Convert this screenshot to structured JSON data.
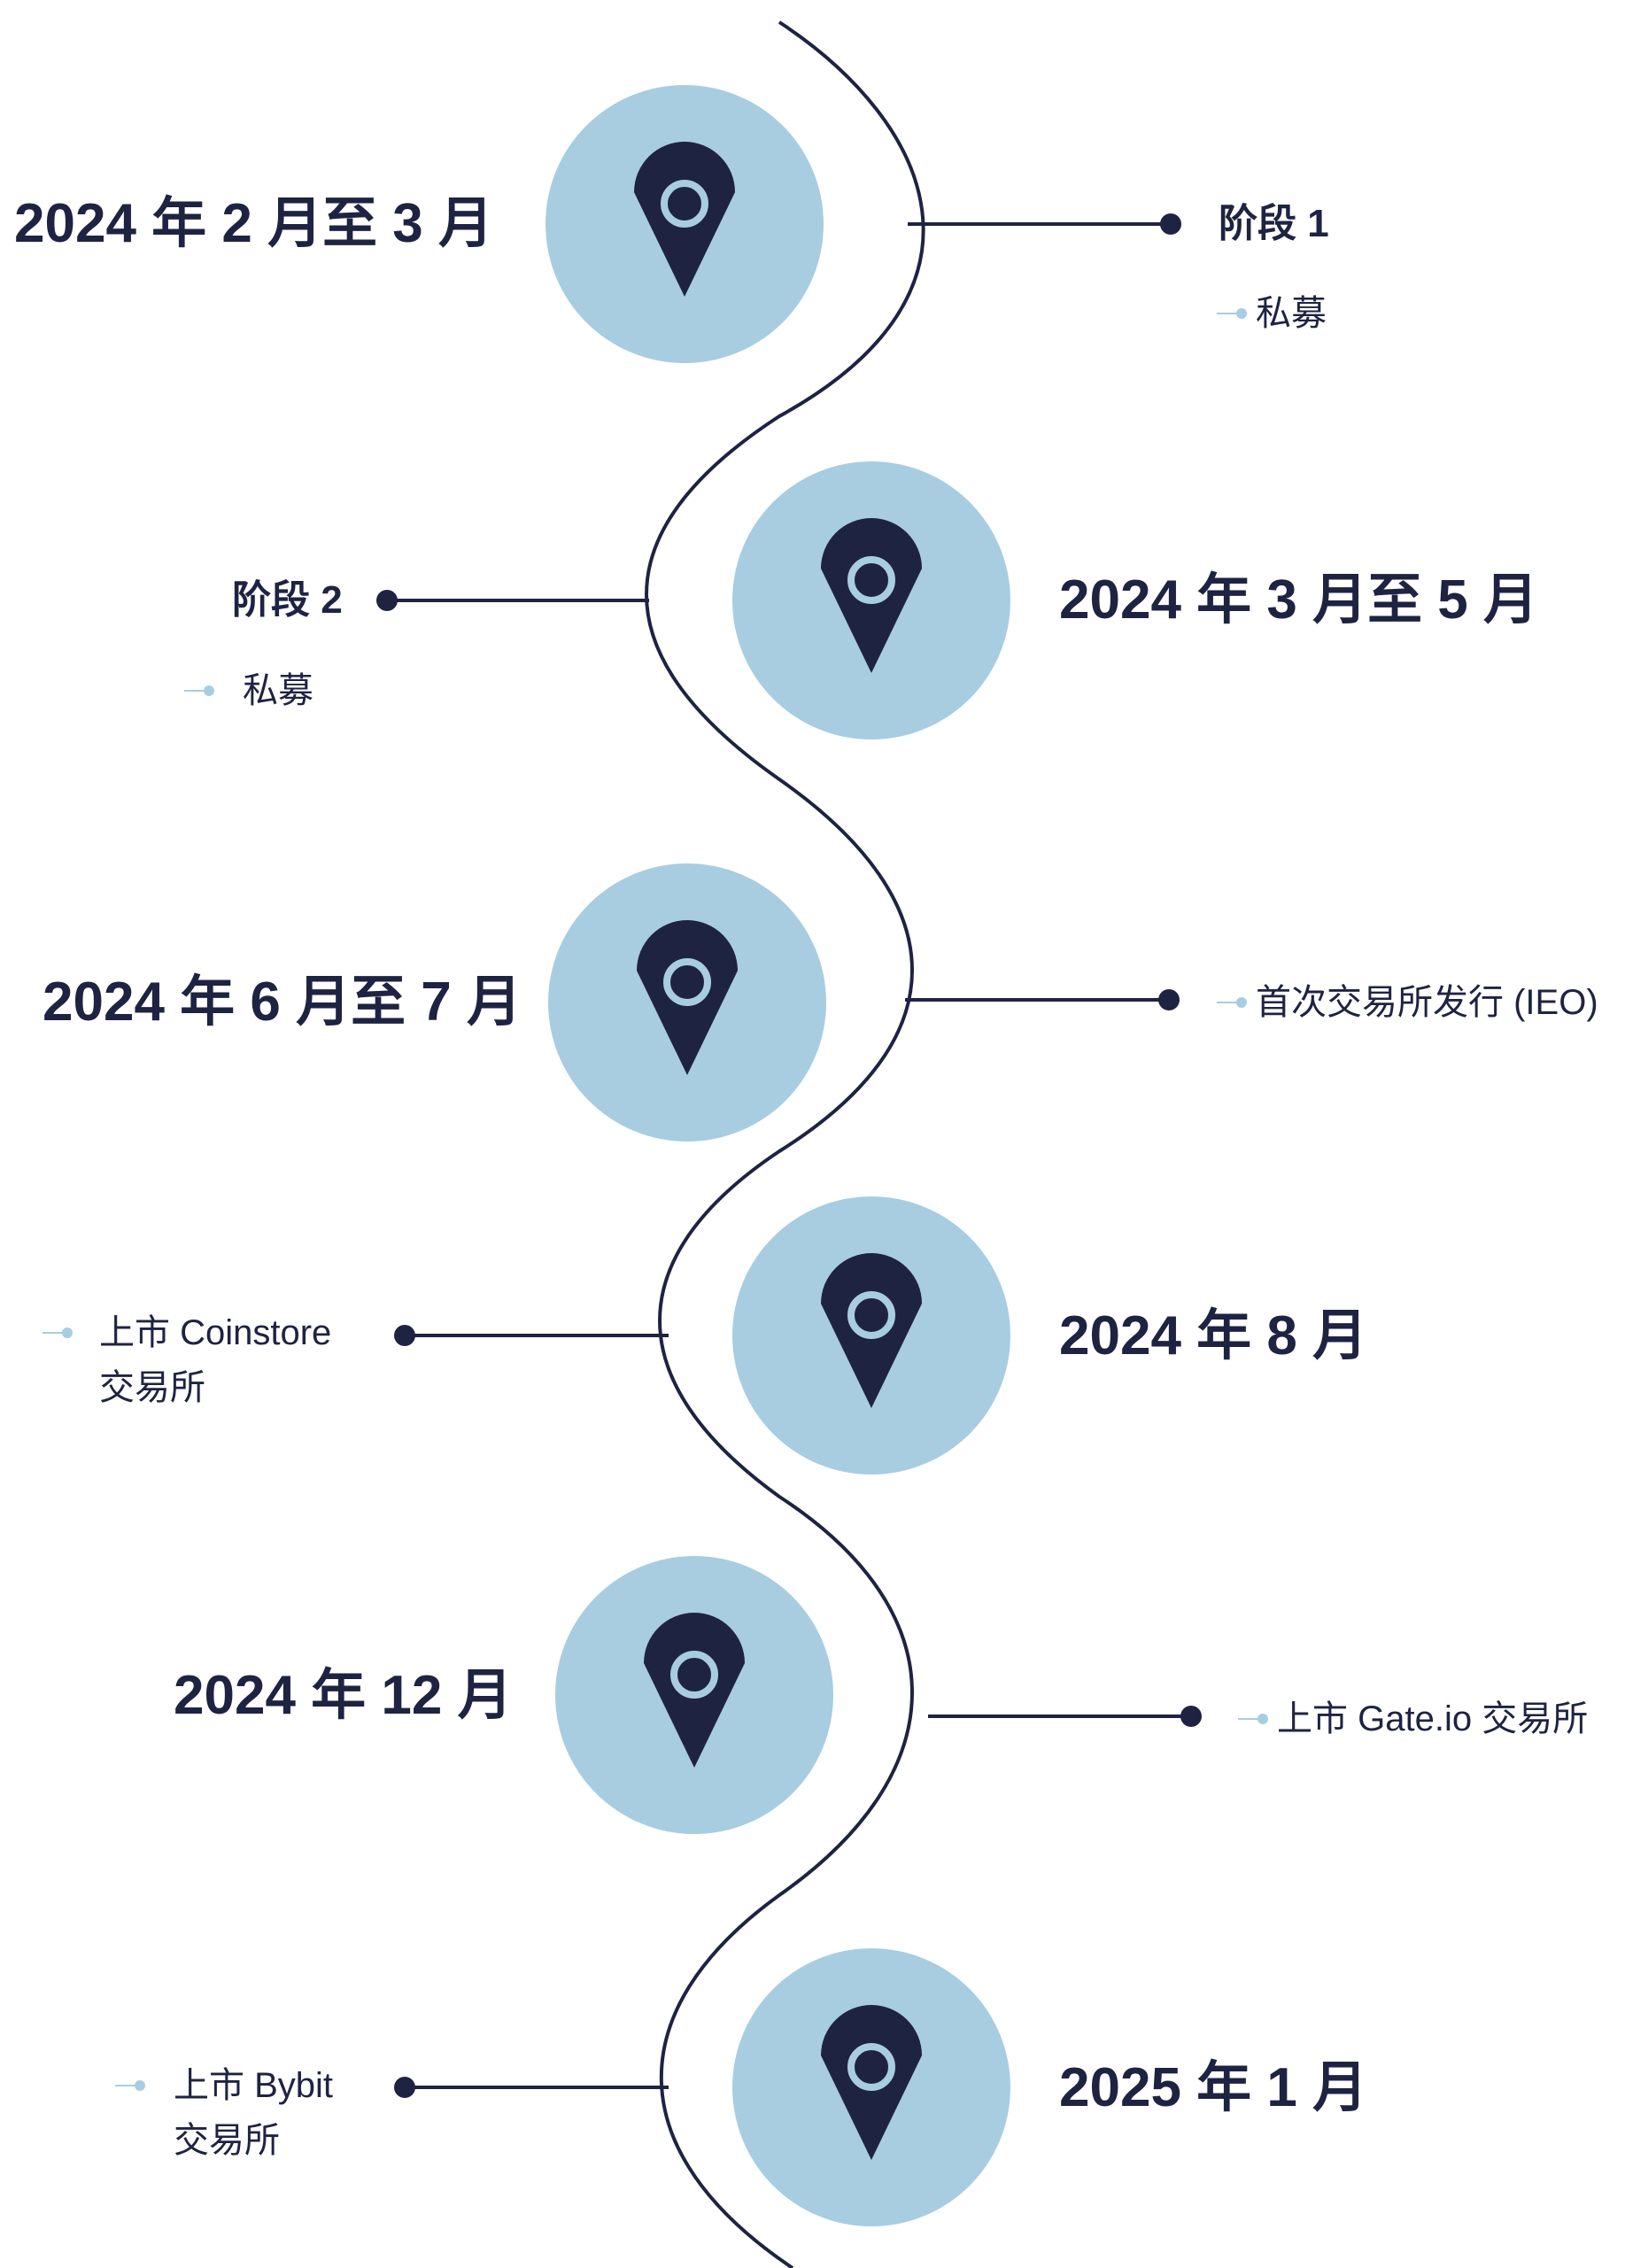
{
  "colors": {
    "navy": "#1f2342",
    "circle": "#a8cde1",
    "background": "#ffffff"
  },
  "icon": "map-pin-icon",
  "milestones": [
    {
      "date": "2024 年 2 月至 3 月",
      "phase": "阶段 1",
      "items": [
        "私募"
      ]
    },
    {
      "date": "2024 年 3 月至 5 月",
      "phase": "阶段 2",
      "items": [
        "私募"
      ]
    },
    {
      "date": "2024 年 6 月至 7 月",
      "items": [
        "首次交易所发行 (IEO)"
      ]
    },
    {
      "date": "2024 年 8 月",
      "items": [
        "上市 Coinstore",
        "交易所"
      ]
    },
    {
      "date": "2024 年 12 月",
      "items": [
        "上市 Gate.io 交易所"
      ]
    },
    {
      "date": "2025 年 1 月",
      "items": [
        "上市 Bybit",
        "交易所"
      ]
    }
  ]
}
